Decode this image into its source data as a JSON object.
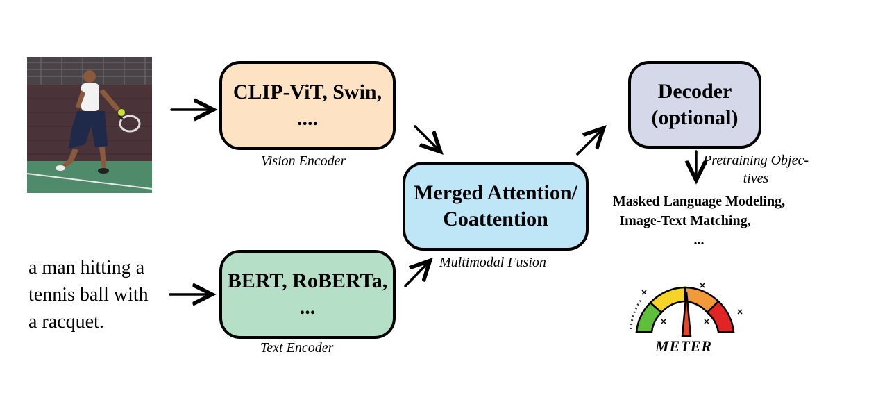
{
  "input": {
    "image_alt": "tennis player hitting a ball",
    "sentence_lines": [
      "a man hitting a",
      "tennis ball with",
      "a racquet."
    ]
  },
  "vision_encoder": {
    "lines": [
      "CLIP-ViT, Swin,",
      "...."
    ],
    "caption": "Vision Encoder",
    "fill": "#fde2c3"
  },
  "text_encoder": {
    "lines": [
      "BERT, RoBERTa,",
      "..."
    ],
    "caption": "Text Encoder",
    "fill": "#b5dfc6"
  },
  "fusion": {
    "lines": [
      "Merged Attention/",
      "Coattention"
    ],
    "caption": "Multimodal Fusion",
    "fill": "#bfe6f7"
  },
  "decoder": {
    "lines": [
      "Decoder",
      "(optional)"
    ],
    "fill": "#d4d8e8"
  },
  "pretraining": {
    "label_lines": [
      "Pretraining Objec-",
      "tives"
    ],
    "objectives": [
      "Masked Language Modeling,",
      "Image-Text Matching,",
      "..."
    ]
  },
  "logo": {
    "text": "METER",
    "colors": [
      "#5fbf3c",
      "#f5d327",
      "#f09a3a",
      "#e02525"
    ]
  }
}
